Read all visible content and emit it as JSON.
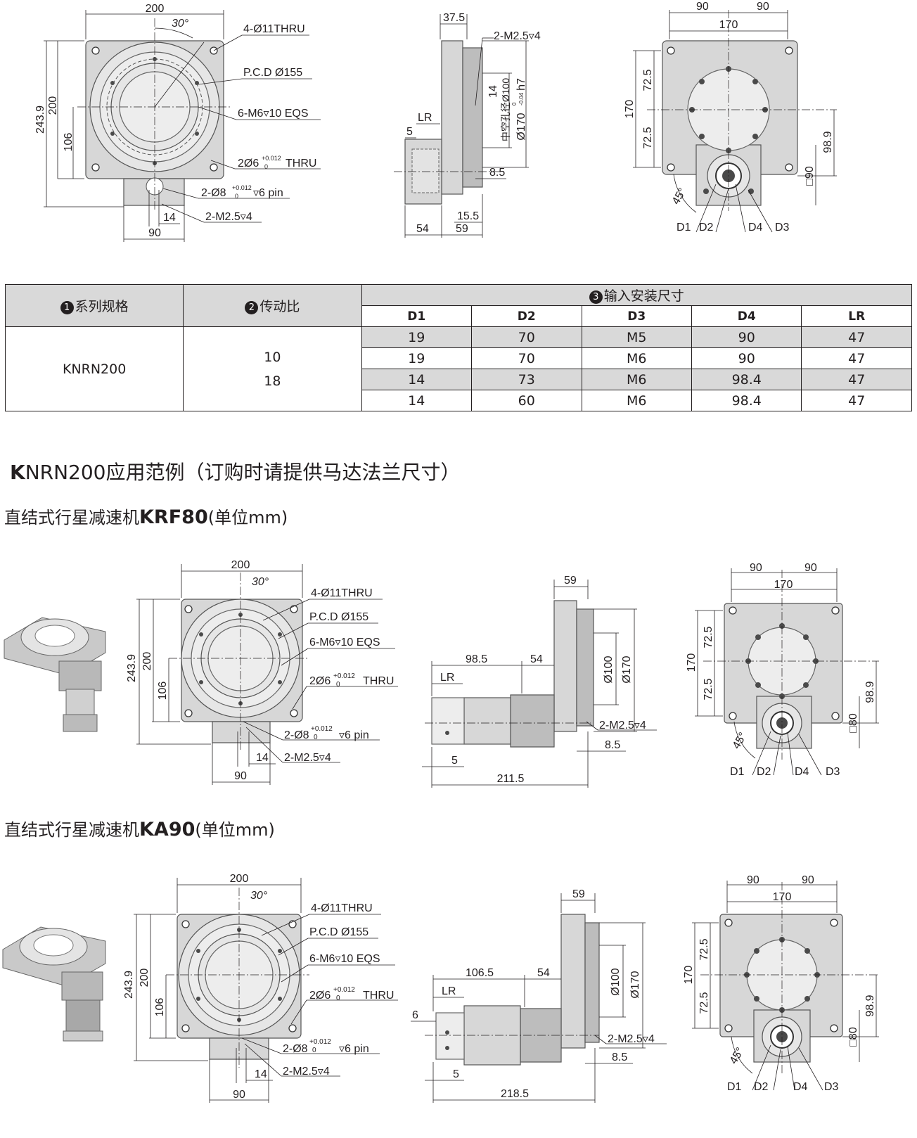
{
  "top_drawing": {
    "front": {
      "width": "200",
      "angle": "30°",
      "holes": "4-Ø11THRU",
      "pcd": "P.C.D Ø155",
      "tap": "6-M6▿10 EQS",
      "dowel": "2Ø6",
      "dowel_tol": "+0.012",
      "dowel_tol2": "0",
      "dowel_suffix": "THRU",
      "pin": "2-Ø8",
      "pin_tol": "+0.012",
      "pin_tol2": "0",
      "pin_suffix": "▿6 pin",
      "m25": "2-M2.5▿4",
      "h_total": "243.9",
      "h_200": "200",
      "h_106": "106",
      "w_14": "14",
      "w_90": "90"
    },
    "side": {
      "w_37_5": "37.5",
      "m25": "2-M2.5▿4",
      "lr": "LR",
      "d5": "5",
      "d14": "14",
      "bore_label": "中空孔径Ø100",
      "d170": "Ø170",
      "d170_tol": "0",
      "d170_tol2": "-0.04",
      "d170_fit": "h7",
      "d8_5": "8.5",
      "d15_5": "15.5",
      "d54": "54",
      "d59": "59"
    },
    "rear": {
      "w90a": "90",
      "w90b": "90",
      "w170": "170",
      "h170": "170",
      "h72_5a": "72.5",
      "h72_5b": "72.5",
      "h98_9": "98.9",
      "sq90": "□90",
      "angle": "45°",
      "d1": "D1",
      "d2": "D2",
      "d3": "D3",
      "d4": "D4"
    }
  },
  "table": {
    "col1_num": "1",
    "col1": "系列规格",
    "col2_num": "2",
    "col2": "传动比",
    "col3_num": "3",
    "col3": "输入安装尺寸",
    "sub_headers": [
      "D1",
      "D2",
      "D3",
      "D4",
      "LR"
    ],
    "model": "KNRN200",
    "ratio1": "10",
    "ratio2": "18",
    "rows": [
      [
        "19",
        "70",
        "M5",
        "90",
        "47"
      ],
      [
        "19",
        "70",
        "M6",
        "90",
        "47"
      ],
      [
        "14",
        "73",
        "M6",
        "98.4",
        "47"
      ],
      [
        "14",
        "60",
        "M6",
        "98.4",
        "47"
      ]
    ]
  },
  "heading": {
    "bold_letter": "K",
    "rest": "NRN200应用范例（订购时请提供马达法兰尺寸）"
  },
  "section1": {
    "prefix": "直结式行星减速机",
    "model": "KRF80",
    "unit": "(单位mm)",
    "front": {
      "width": "200",
      "angle": "30°",
      "holes": "4-Ø11THRU",
      "pcd": "P.C.D Ø155",
      "tap": "6-M6▿10 EQS",
      "dowel": "2Ø6",
      "dowel_tol": "+0.012",
      "dowel_tol2": "0",
      "dowel_suffix": "THRU",
      "pin": "2-Ø8",
      "pin_tol": "+0.012",
      "pin_tol2": "0",
      "pin_suffix": "▿6 pin",
      "m25": "2-M2.5▿4",
      "h_total": "243.9",
      "h_200": "200",
      "h_106": "106",
      "w_14": "14",
      "w_90": "90"
    },
    "side": {
      "d59": "59",
      "d98_5": "98.5",
      "d54": "54",
      "lr": "LR",
      "d100": "Ø100",
      "d170": "Ø170",
      "m25": "2-M2.5▿4",
      "d8_5": "8.5",
      "d5": "5",
      "d211_5": "211.5"
    },
    "rear": {
      "w90a": "90",
      "w90b": "90",
      "w170": "170",
      "h170": "170",
      "h72_5a": "72.5",
      "h72_5b": "72.5",
      "h98_9": "98.9",
      "sq": "□80",
      "angle": "45°",
      "d1": "D1",
      "d2": "D2",
      "d3": "D3",
      "d4": "D4"
    }
  },
  "section2": {
    "prefix": "直结式行星减速机",
    "model": "KA90",
    "unit": "(单位mm)",
    "front": {
      "width": "200",
      "angle": "30°",
      "holes": "4-Ø11THRU",
      "pcd": "P.C.D Ø155",
      "tap": "6-M6▿10 EQS",
      "dowel": "2Ø6",
      "dowel_tol": "+0.012",
      "dowel_tol2": "0",
      "dowel_suffix": "THRU",
      "pin": "2-Ø8",
      "pin_tol": "+0.012",
      "pin_tol2": "0",
      "pin_suffix": "▿6 pin",
      "m25": "2-M2.5▿4",
      "h_total": "243.9",
      "h_200": "200",
      "h_106": "106",
      "w_14": "14",
      "w_90": "90"
    },
    "side": {
      "d59": "59",
      "d106_5": "106.5",
      "d54": "54",
      "lr": "LR",
      "d6": "6",
      "d100": "Ø100",
      "d170": "Ø170",
      "m25": "2-M2.5▿4",
      "d8_5": "8.5",
      "d5": "5",
      "d218_5": "218.5"
    },
    "rear": {
      "w90a": "90",
      "w90b": "90",
      "w170": "170",
      "h170": "170",
      "h72_5a": "72.5",
      "h72_5b": "72.5",
      "h98_9": "98.9",
      "sq": "□80",
      "angle": "45°",
      "d1": "D1",
      "d2": "D2",
      "d3": "D3",
      "d4": "D4"
    }
  }
}
